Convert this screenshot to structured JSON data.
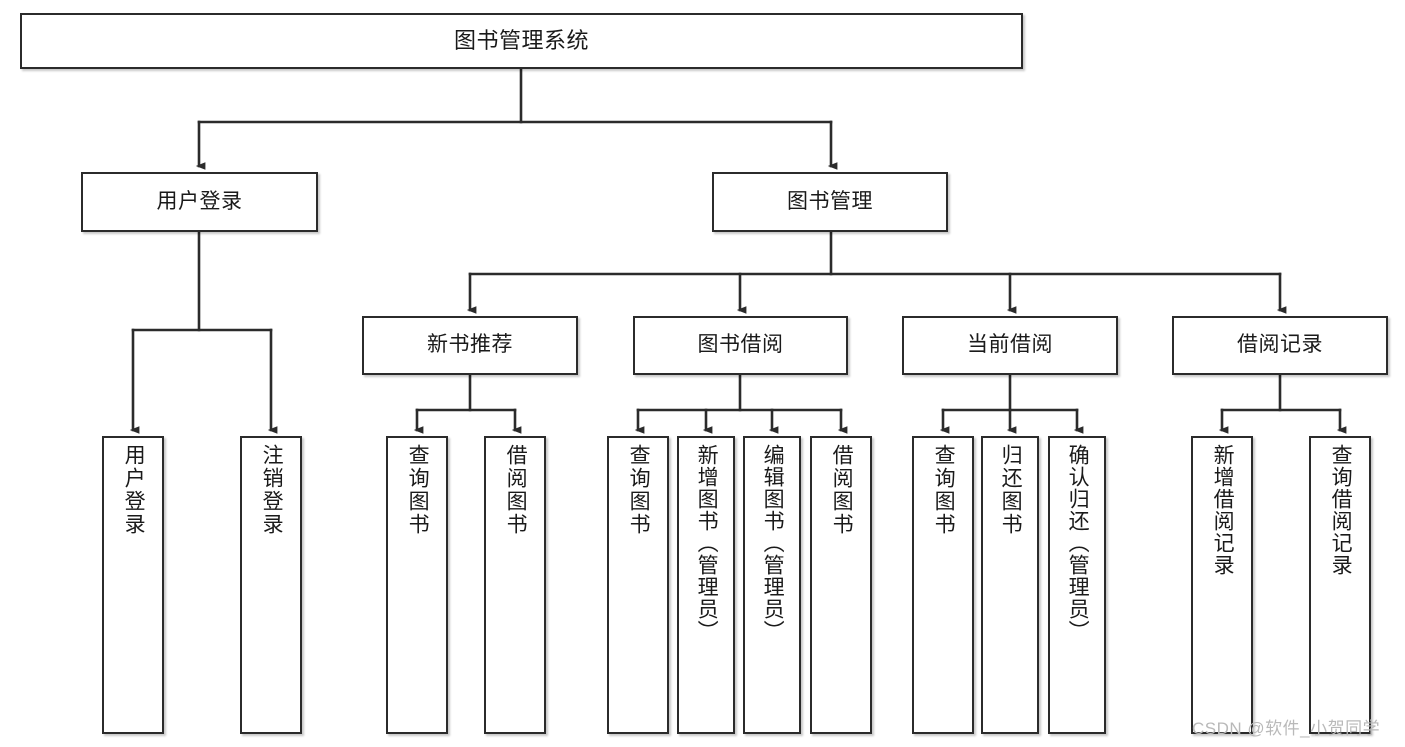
{
  "diagram": {
    "title": "图书管理系统",
    "type": "tree-hierarchy-diagram",
    "root": {
      "id": "root",
      "label": "图书管理系统"
    },
    "level2": [
      {
        "id": "user-login",
        "label": "用户登录"
      },
      {
        "id": "book-manage",
        "label": "图书管理"
      }
    ],
    "level3": [
      {
        "id": "new-book-recommend",
        "label": "新书推荐"
      },
      {
        "id": "book-borrow",
        "label": "图书借阅"
      },
      {
        "id": "current-borrow",
        "label": "当前借阅"
      },
      {
        "id": "borrow-record",
        "label": "借阅记录"
      }
    ],
    "leaves": [
      {
        "id": "leaf-user-login",
        "label": "用户登录"
      },
      {
        "id": "leaf-logout",
        "label": "注销登录"
      },
      {
        "id": "leaf-query-book-1",
        "label": "查询图书"
      },
      {
        "id": "leaf-borrow-book-1",
        "label": "借阅图书"
      },
      {
        "id": "leaf-query-book-2",
        "label": "查询图书"
      },
      {
        "id": "leaf-add-book",
        "label": "新增图书（管理员）"
      },
      {
        "id": "leaf-edit-book",
        "label": "编辑图书（管理员）"
      },
      {
        "id": "leaf-borrow-book-2",
        "label": "借阅图书"
      },
      {
        "id": "leaf-query-book-3",
        "label": "查询图书"
      },
      {
        "id": "leaf-return-book",
        "label": "归还图书"
      },
      {
        "id": "leaf-confirm-return",
        "label": "确认归还（管理员）"
      },
      {
        "id": "leaf-add-record",
        "label": "新增借阅记录"
      },
      {
        "id": "leaf-query-record",
        "label": "查询借阅记录"
      }
    ]
  },
  "watermark": {
    "text": "CSDN @软件_小贺同学"
  },
  "colors": {
    "border": "#2b2b2b",
    "fill": "#ffffff",
    "text": "#1a1a1a",
    "watermark": "#b9b9b9"
  }
}
